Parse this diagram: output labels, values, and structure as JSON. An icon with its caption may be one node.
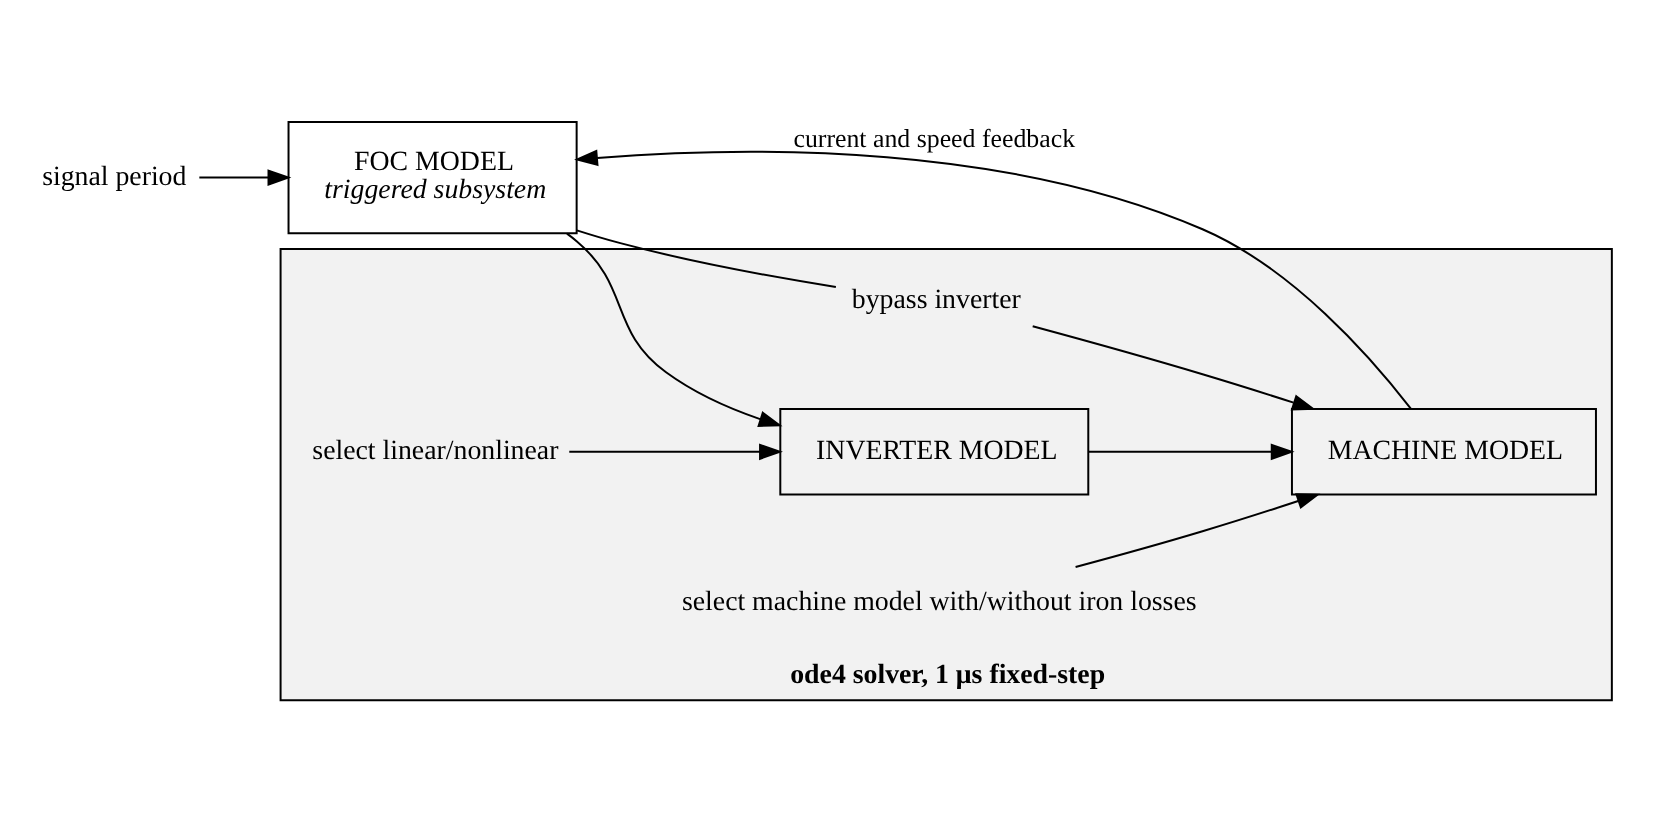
{
  "diagram": {
    "nodes": [
      {
        "text": [
          "ode4 solver, 1 μs fixed-step"
        ]
      },
      {
        "text": [
          "signal period"
        ]
      },
      {
        "text": [
          "FOC MODEL",
          "triggered subsystem"
        ]
      },
      {
        "text": [
          "INVERTER MODEL"
        ],
        "in": 0
      },
      {
        "text": [
          "MACHINE MODEL"
        ],
        "in": 0
      },
      {
        "text": [
          "select linear/nonlinear"
        ],
        "in": 0
      },
      {
        "text": [
          "select machine model with/without iron losses"
        ],
        "in": 0
      },
      {
        "text": [
          "bypass inverter"
        ],
        "in": 0
      }
    ],
    "edges": [
      {
        "from": 1,
        "to": 2,
        "arrow": "to"
      },
      {
        "from": 2,
        "to": 3,
        "arrow": "to"
      },
      {
        "from": 2,
        "to": 7,
        "arrow": "none"
      },
      {
        "from": 7,
        "to": 4,
        "arrow": "to"
      },
      {
        "from": 3,
        "to": 4,
        "arrow": "to"
      },
      {
        "from": 5,
        "to": 3,
        "arrow": "to"
      },
      {
        "from": 6,
        "to": 4,
        "arrow": "to"
      },
      {
        "from": 4,
        "to": 2,
        "arrow": "to",
        "label": "current and speed feedback"
      }
    ]
  }
}
